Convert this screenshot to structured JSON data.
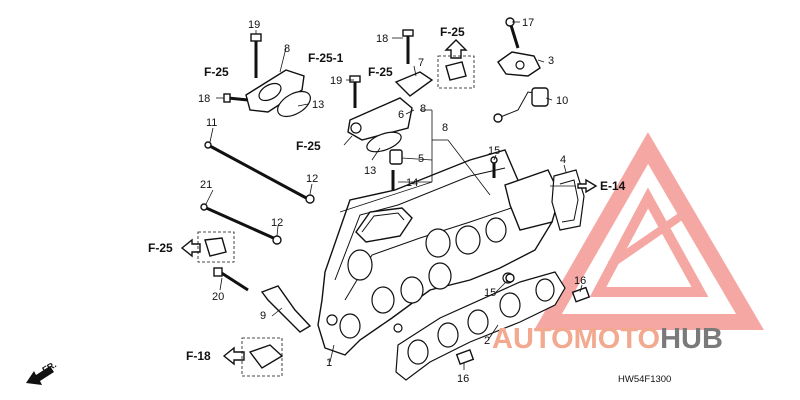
{
  "diagram": {
    "callouts": [
      {
        "id": "c1",
        "text": "1"
      },
      {
        "id": "c2",
        "text": "2"
      },
      {
        "id": "c3",
        "text": "3"
      },
      {
        "id": "c4",
        "text": "4"
      },
      {
        "id": "c5",
        "text": "5"
      },
      {
        "id": "c6",
        "text": "6"
      },
      {
        "id": "c7",
        "text": "7"
      },
      {
        "id": "c8a",
        "text": "8"
      },
      {
        "id": "c8b",
        "text": "8"
      },
      {
        "id": "c8c",
        "text": "8"
      },
      {
        "id": "c9",
        "text": "9"
      },
      {
        "id": "c10",
        "text": "10"
      },
      {
        "id": "c11",
        "text": "11"
      },
      {
        "id": "c12a",
        "text": "12"
      },
      {
        "id": "c12b",
        "text": "12"
      },
      {
        "id": "c13a",
        "text": "13"
      },
      {
        "id": "c13b",
        "text": "13"
      },
      {
        "id": "c14",
        "text": "14"
      },
      {
        "id": "c15a",
        "text": "15"
      },
      {
        "id": "c15b",
        "text": "15"
      },
      {
        "id": "c16a",
        "text": "16"
      },
      {
        "id": "c16b",
        "text": "16"
      },
      {
        "id": "c17",
        "text": "17"
      },
      {
        "id": "c18a",
        "text": "18"
      },
      {
        "id": "c18b",
        "text": "18"
      },
      {
        "id": "c19a",
        "text": "19"
      },
      {
        "id": "c19b",
        "text": "19"
      },
      {
        "id": "c20",
        "text": "20"
      },
      {
        "id": "c21",
        "text": "21"
      }
    ],
    "references": [
      {
        "id": "r1",
        "text": "F-25"
      },
      {
        "id": "r2",
        "text": "F-25-1"
      },
      {
        "id": "r3",
        "text": "F-25"
      },
      {
        "id": "r4",
        "text": "F-25"
      },
      {
        "id": "r5",
        "text": "F-25"
      },
      {
        "id": "r6",
        "text": "F-25"
      },
      {
        "id": "r7",
        "text": "F-18"
      },
      {
        "id": "r8",
        "text": "E-14"
      }
    ],
    "front_label": "FR.",
    "drawing_code": "HW54F1300"
  },
  "watermark": {
    "part1": "AUTO",
    "part2": "MOTO",
    "part3": "HUB",
    "colors": {
      "auto": "#f2a98f",
      "moto": "#f2a98f",
      "hub": "#7a7a7a",
      "logo": "#f28b85"
    }
  }
}
